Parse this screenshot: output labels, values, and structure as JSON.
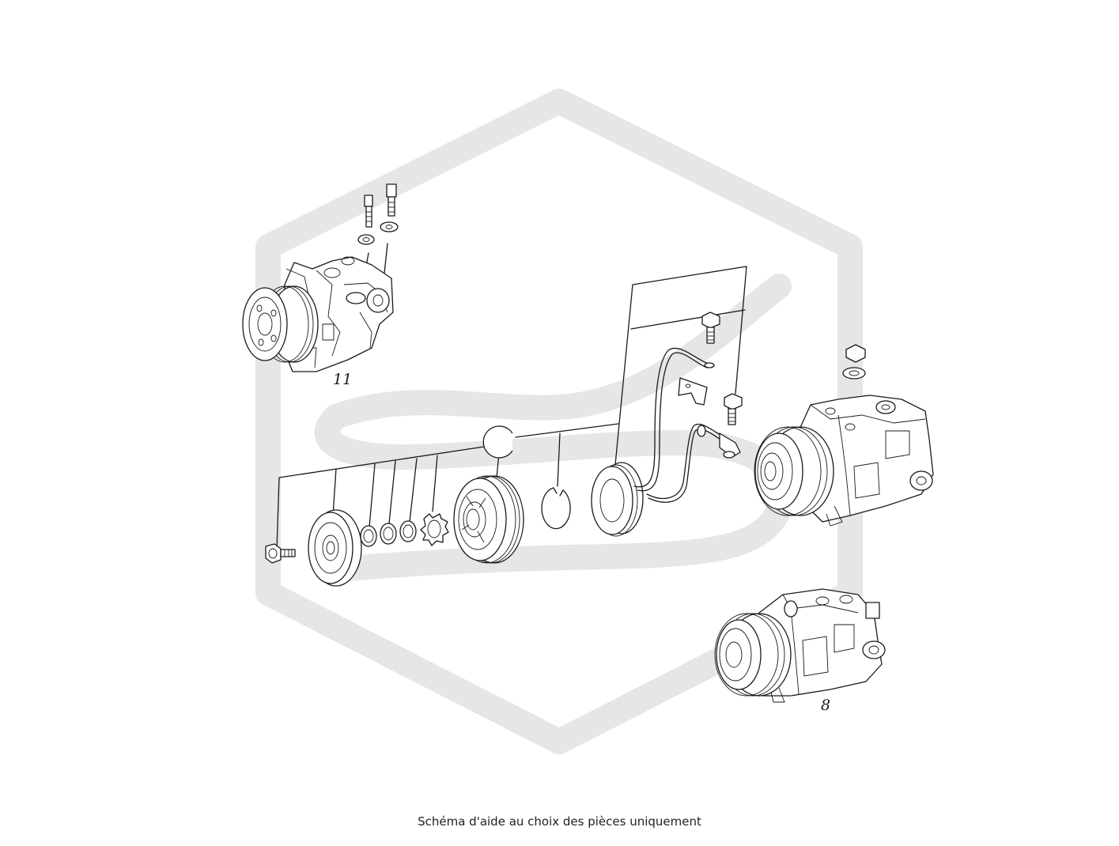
{
  "callouts": {
    "compressor_upper": "11",
    "compressor_lower": "8"
  },
  "caption": "Schéma d'aide au choix des pièces uniquement",
  "colors": {
    "line": "#1a1a1a",
    "watermark": "#e6e6e6",
    "background": "#ffffff"
  }
}
